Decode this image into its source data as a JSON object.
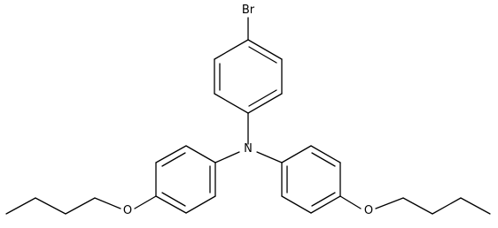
{
  "molecule": {
    "atoms": {
      "bromine": "Br",
      "nitrogen": "N",
      "oxygen_left": "O",
      "oxygen_right": "O"
    },
    "colors": {
      "bond": "#000000",
      "background": "#ffffff"
    }
  }
}
